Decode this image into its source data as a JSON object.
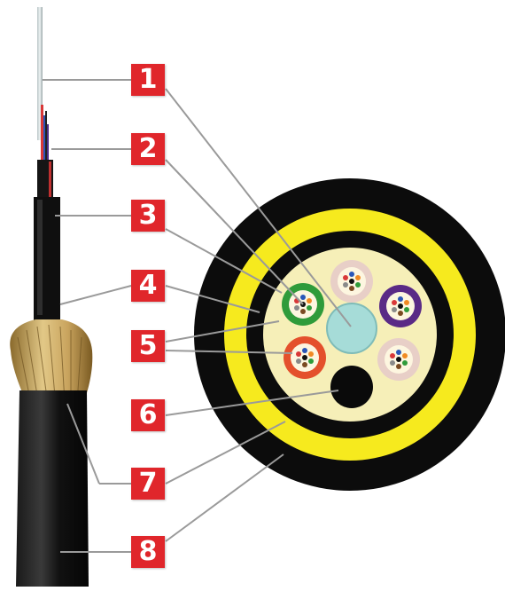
{
  "diagram": {
    "labels": [
      "1",
      "2",
      "3",
      "4",
      "5",
      "6",
      "7",
      "8"
    ]
  },
  "colors": {
    "badge_red": "#e0262b",
    "jacket_black": "#0c0c0c",
    "yarn_yellow": "#f6ea1e",
    "core_fill": "#f6efb8",
    "central_member": "#a6dcd8",
    "tube_colors": [
      "#2f9b3a",
      "#e4502c",
      "#5a2a86",
      "#e8cfc7",
      "#e8cfc7"
    ]
  }
}
